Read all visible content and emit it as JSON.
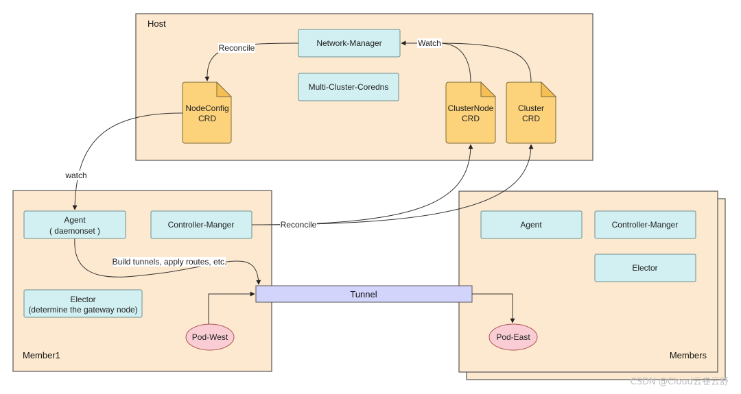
{
  "host": {
    "title": "Host",
    "network_manager": "Network-Manager",
    "coredns": "Multi-Cluster-Coredns",
    "nodeconfig": [
      "NodeConfig",
      "CRD"
    ],
    "clusternode": [
      "ClusterNode",
      "CRD"
    ],
    "cluster": [
      "Cluster",
      "CRD"
    ]
  },
  "member1": {
    "title": "Member1",
    "agent": [
      "Agent",
      "( daemonset )"
    ],
    "controller": "Controller-Manger",
    "elector": [
      "Elector",
      "(determine the gateway node)"
    ],
    "pod": "Pod-West"
  },
  "members": {
    "title": "Members",
    "agent": "Agent",
    "controller": "Controller-Manger",
    "elector": "Elector",
    "pod": "Pod-East"
  },
  "tunnel": "Tunnel",
  "edges": {
    "reconcile_host": "Reconcile",
    "watch_host": "Watch",
    "watch_member": "watch",
    "reconcile_member": "Reconcile",
    "build": "Build tunnels, apply routes, etc."
  },
  "watermark": "CSDN @Cloud云卷云舒"
}
